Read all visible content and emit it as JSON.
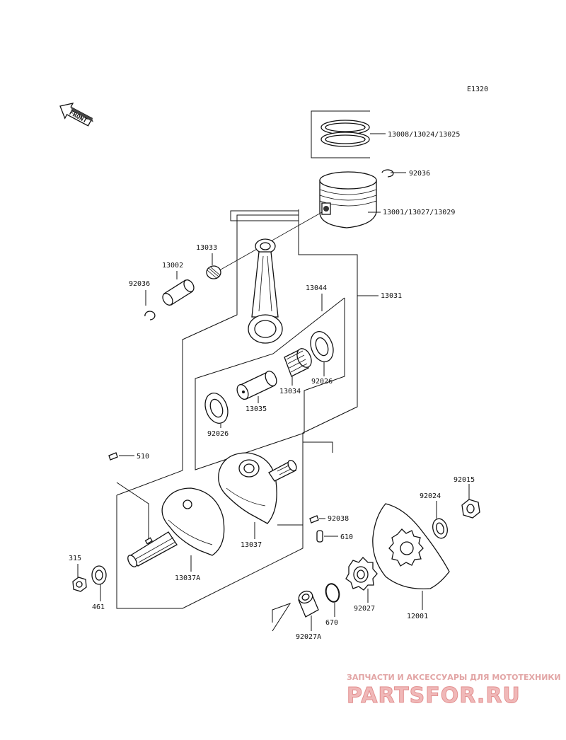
{
  "diagram_code": "E1320",
  "front_label": "FRONT",
  "labels": {
    "p13008": "13008/13024/13025",
    "p92036a": "92036",
    "p13001": "13001/13027/13029",
    "p13033": "13033",
    "p13002": "13002",
    "p92036b": "92036",
    "p13044": "13044",
    "p13031": "13031",
    "p13034": "13034",
    "p92026a": "92026",
    "p13035": "13035",
    "p92026b": "92026",
    "p510": "510",
    "p92015": "92015",
    "p92024": "92024",
    "p92038": "92038",
    "p610": "610",
    "p13037": "13037",
    "p13037A": "13037A",
    "p315": "315",
    "p461": "461",
    "p92027": "92027",
    "p12001": "12001",
    "p670": "670",
    "p92027A": "92027A"
  },
  "watermark": {
    "tagline": "ЗАПЧАСТИ И АКСЕССУАРЫ ДЛЯ МОТОТЕХНИКИ",
    "brand": "PARTSFOR.RU"
  }
}
